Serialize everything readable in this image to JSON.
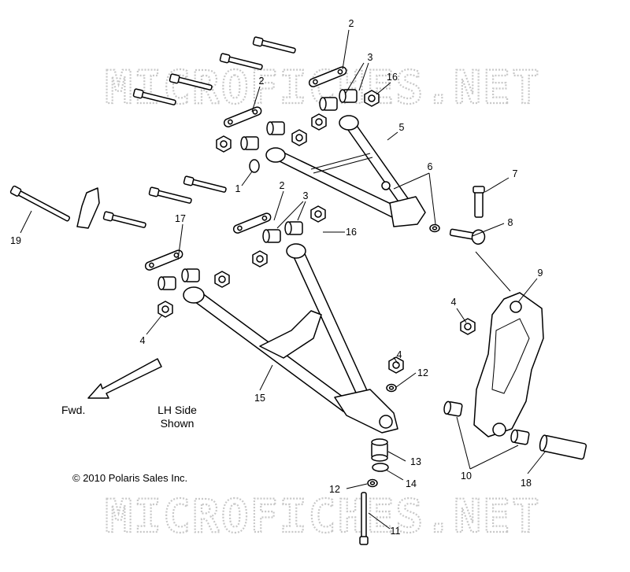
{
  "watermark": "MICROFICHES.NET",
  "labels": {
    "fwd": "Fwd.",
    "side_line1": "LH Side",
    "side_line2": "Shown",
    "copyright": "© 2010 Polaris Sales Inc."
  },
  "callouts": {
    "c1": "1",
    "c2a": "2",
    "c2b": "2",
    "c2c": "2",
    "c3a": "3",
    "c3b": "3",
    "c4a": "4",
    "c4b": "4",
    "c4c": "4",
    "c5": "5",
    "c6": "6",
    "c7": "7",
    "c8": "8",
    "c9": "9",
    "c10": "10",
    "c11": "11",
    "c12a": "12",
    "c12b": "12",
    "c13": "13",
    "c14": "14",
    "c15": "15",
    "c16a": "16",
    "c16b": "16",
    "c17": "17",
    "c18": "18",
    "c19": "19"
  },
  "colors": {
    "ink": "#000000",
    "watermark": "#c8c8c8",
    "background": "#ffffff"
  }
}
